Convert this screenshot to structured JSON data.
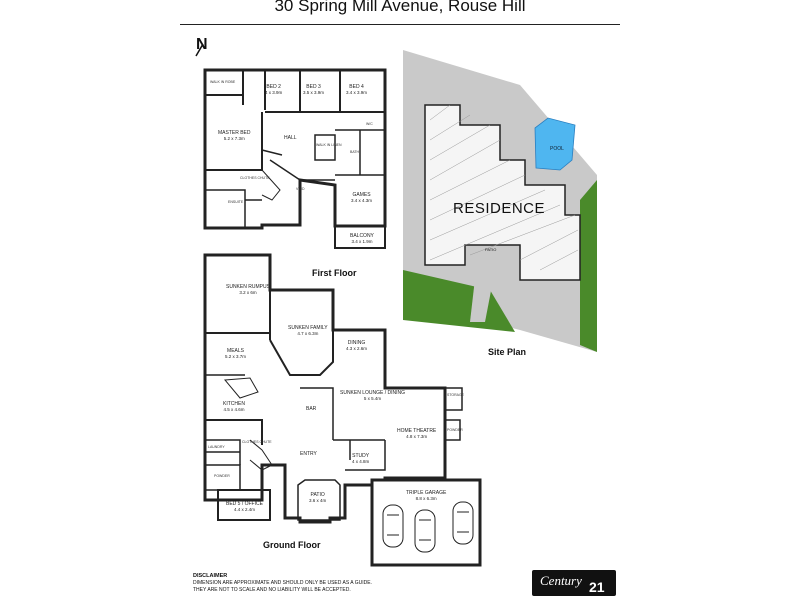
{
  "title": "30 Spring Mill Avenue, Rouse Hill",
  "compass": "N",
  "first_floor": {
    "label": "First Floor",
    "rooms": [
      {
        "id": "walkin-robe",
        "name": "WALK IN ROBE",
        "dims": ""
      },
      {
        "id": "bed2",
        "name": "BED 2",
        "dims": "4 x 3.9m"
      },
      {
        "id": "bed3",
        "name": "BED 3",
        "dims": "3.5 x 3.9m"
      },
      {
        "id": "bed4",
        "name": "BED 4",
        "dims": "3.4 x 3.9m"
      },
      {
        "id": "master",
        "name": "MASTER BED",
        "dims": "5.2 x 7.3m"
      },
      {
        "id": "hall",
        "name": "HALL",
        "dims": ""
      },
      {
        "id": "walkin-linen",
        "name": "WALK IN LINEN",
        "dims": ""
      },
      {
        "id": "bath",
        "name": "BATH",
        "dims": ""
      },
      {
        "id": "wc-up",
        "name": "W/C",
        "dims": ""
      },
      {
        "id": "void",
        "name": "VOID",
        "dims": ""
      },
      {
        "id": "clothes-chute",
        "name": "CLOTHES CHUTE",
        "dims": ""
      },
      {
        "id": "ensuite",
        "name": "ENSUITE",
        "dims": ""
      },
      {
        "id": "games",
        "name": "GAMES",
        "dims": "3.4 x 4.3m"
      },
      {
        "id": "balcony",
        "name": "BALCONY",
        "dims": "3.4 x 1.9m"
      }
    ]
  },
  "ground_floor": {
    "label": "Ground Floor",
    "rooms": [
      {
        "id": "rumpus",
        "name": "SUNKEN RUMPUS",
        "dims": "3.2 x 6m"
      },
      {
        "id": "family",
        "name": "SUNKEN FAMILY",
        "dims": "4.7 x 6.3m"
      },
      {
        "id": "dining",
        "name": "DINING",
        "dims": "4.3 x 2.6m"
      },
      {
        "id": "meals",
        "name": "MEALS",
        "dims": "5.2 x 3.7m"
      },
      {
        "id": "lounge",
        "name": "SUNKEN LOUNGE / DINING",
        "dims": "5 x 5.4m"
      },
      {
        "id": "kitchen",
        "name": "KITCHEN",
        "dims": "4.5 x 4.6m"
      },
      {
        "id": "bar",
        "name": "BAR",
        "dims": ""
      },
      {
        "id": "home-theatre",
        "name": "HOME THEATRE",
        "dims": "4.8 x 7.3m"
      },
      {
        "id": "laundry",
        "name": "LAUNDRY",
        "dims": ""
      },
      {
        "id": "clothes-chute-gf",
        "name": "CLOTHES CHUTE",
        "dims": ""
      },
      {
        "id": "entry",
        "name": "ENTRY",
        "dims": ""
      },
      {
        "id": "study",
        "name": "STUDY",
        "dims": "4 x 4.8m"
      },
      {
        "id": "powder1",
        "name": "POWDER",
        "dims": ""
      },
      {
        "id": "powder2",
        "name": "POWDER",
        "dims": ""
      },
      {
        "id": "storage",
        "name": "STORAGE",
        "dims": ""
      },
      {
        "id": "bed5",
        "name": "BED 5 / OFFICE",
        "dims": "4.4 x 2.4m"
      },
      {
        "id": "patio",
        "name": "PATIO",
        "dims": "3.6 x 4m"
      },
      {
        "id": "garage",
        "name": "TRIPLE GARAGE",
        "dims": "8.8 x 6.3m"
      }
    ]
  },
  "site_plan": {
    "label": "Site Plan",
    "residence": "RESIDENCE",
    "pool": "POOL",
    "patio": "PATIO",
    "colors": {
      "lot": "#c9c9c9",
      "house": "#ffffff",
      "pool": "#4fb6f0",
      "grass": "#4a8a2a"
    }
  },
  "disclaimer": {
    "heading": "DISCLAIMER",
    "line1": "DIMENSION ARE APPROXIMATE AND SHOULD ONLY BE USED AS A  GUIDE.",
    "line2": "THEY ARE NOT TO SCALE AND NO LIABILITY WILL BE ACCEPTED."
  },
  "logo": {
    "brand": "Century",
    "number": "21"
  }
}
